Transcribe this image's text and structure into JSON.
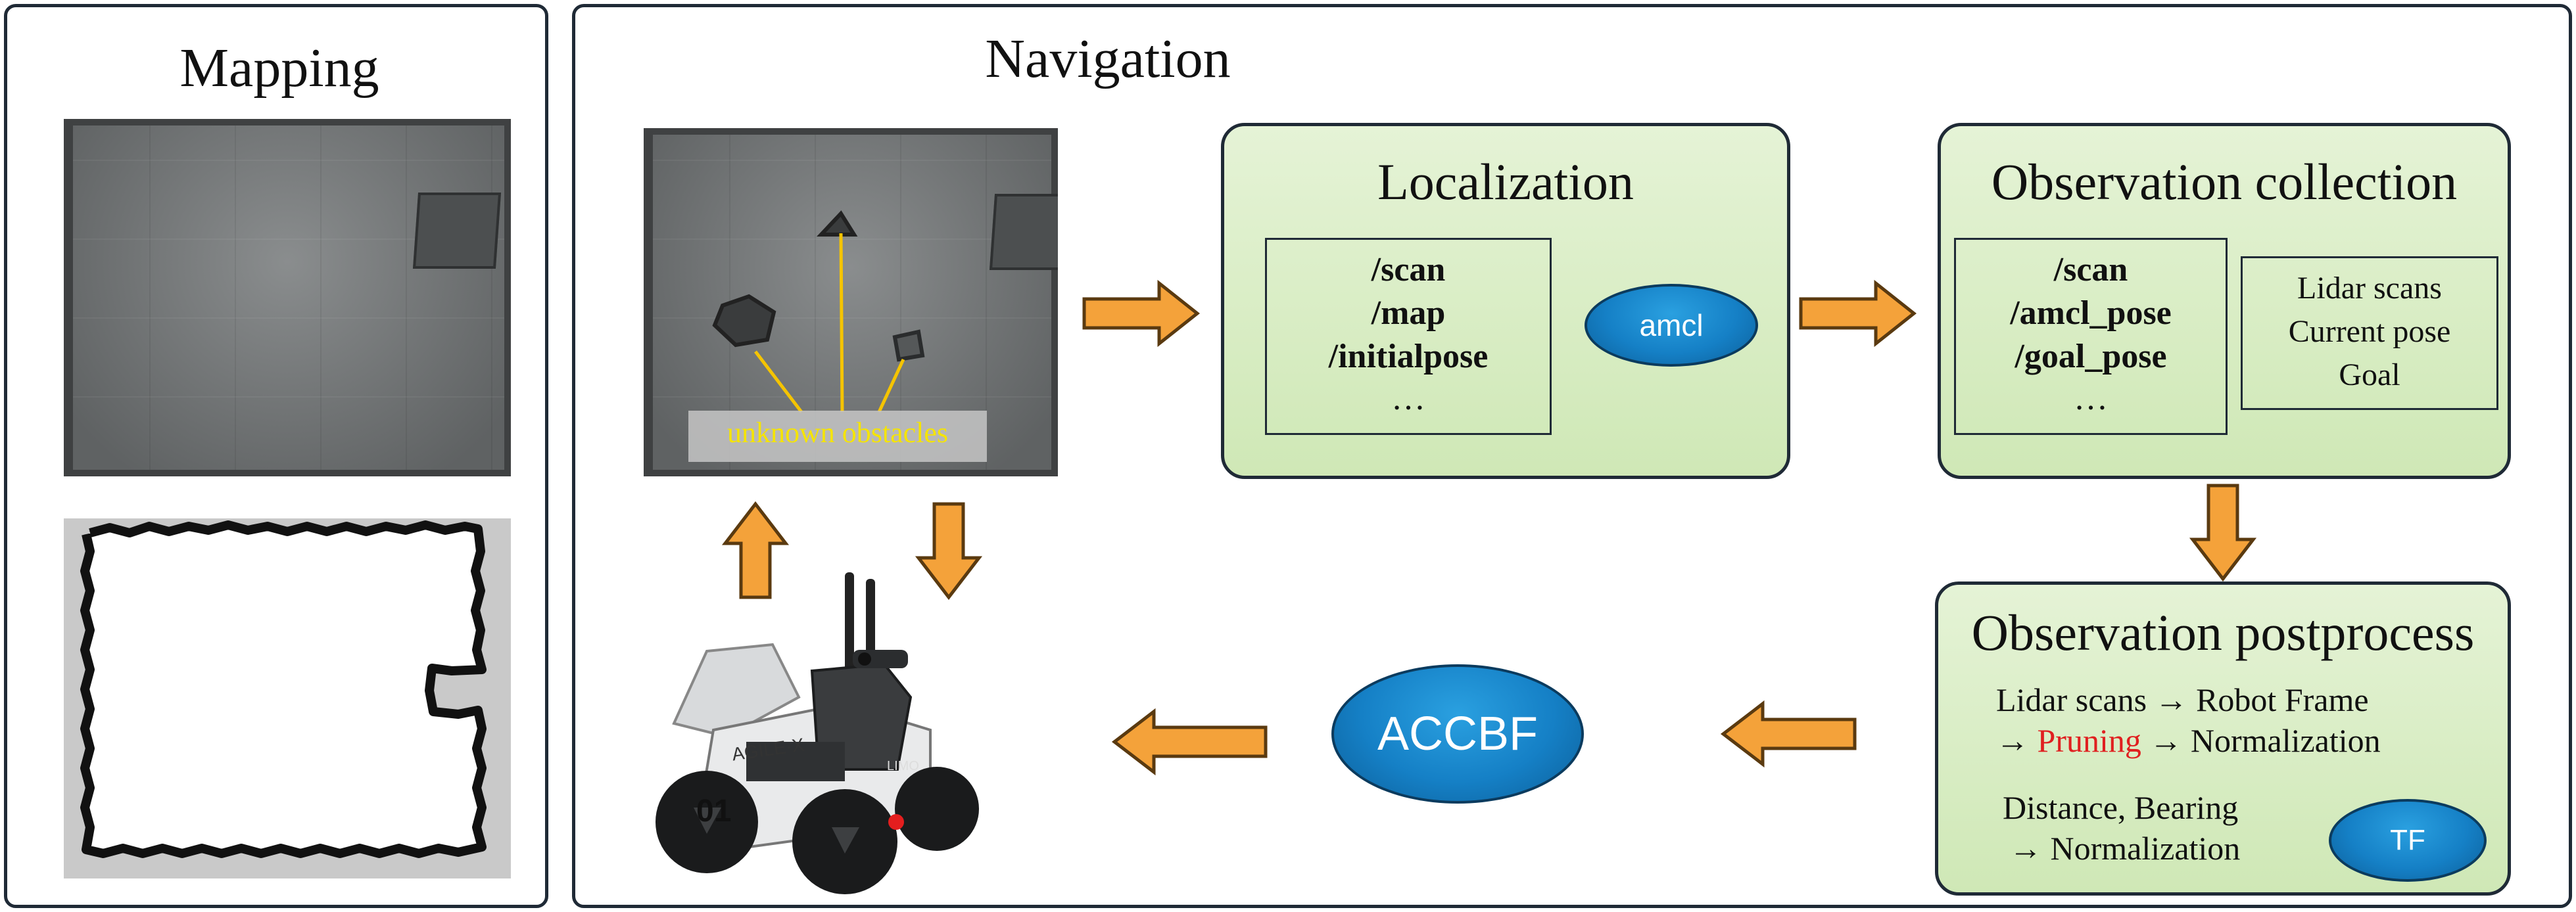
{
  "mapping": {
    "title": "Mapping"
  },
  "navigation": {
    "title": "Navigation",
    "obstacle_label": "unknown obstacles"
  },
  "localization": {
    "title": "Localization",
    "topics": [
      "/scan",
      "/map",
      "/initialpose",
      "…"
    ],
    "node": "amcl"
  },
  "observation_collection": {
    "title": "Observation collection",
    "topics": [
      "/scan",
      "/amcl_pose",
      "/goal_pose",
      "…"
    ],
    "info": [
      "Lidar scans",
      "Current pose",
      "Goal"
    ]
  },
  "observation_postprocess": {
    "title": "Observation postprocess",
    "line1": "Lidar scans → Robot Frame",
    "line2_arrow1": "→",
    "line2_pruning": "Pruning",
    "line2_rest": "→ Normalization",
    "line3": "Distance, Bearing",
    "line4": "→ Normalization",
    "node": "TF"
  },
  "controller": {
    "label": "ACCBF"
  },
  "robot": {
    "brand": "AGILE·X",
    "number": "01",
    "model": "LIMO"
  },
  "colors": {
    "arrow_fill": "#f4a23a",
    "box_fill": "#d8edc4",
    "ellipse_fill": "#1a86cc",
    "highlight": "#e02020",
    "obstacle_text": "#f5e400"
  }
}
